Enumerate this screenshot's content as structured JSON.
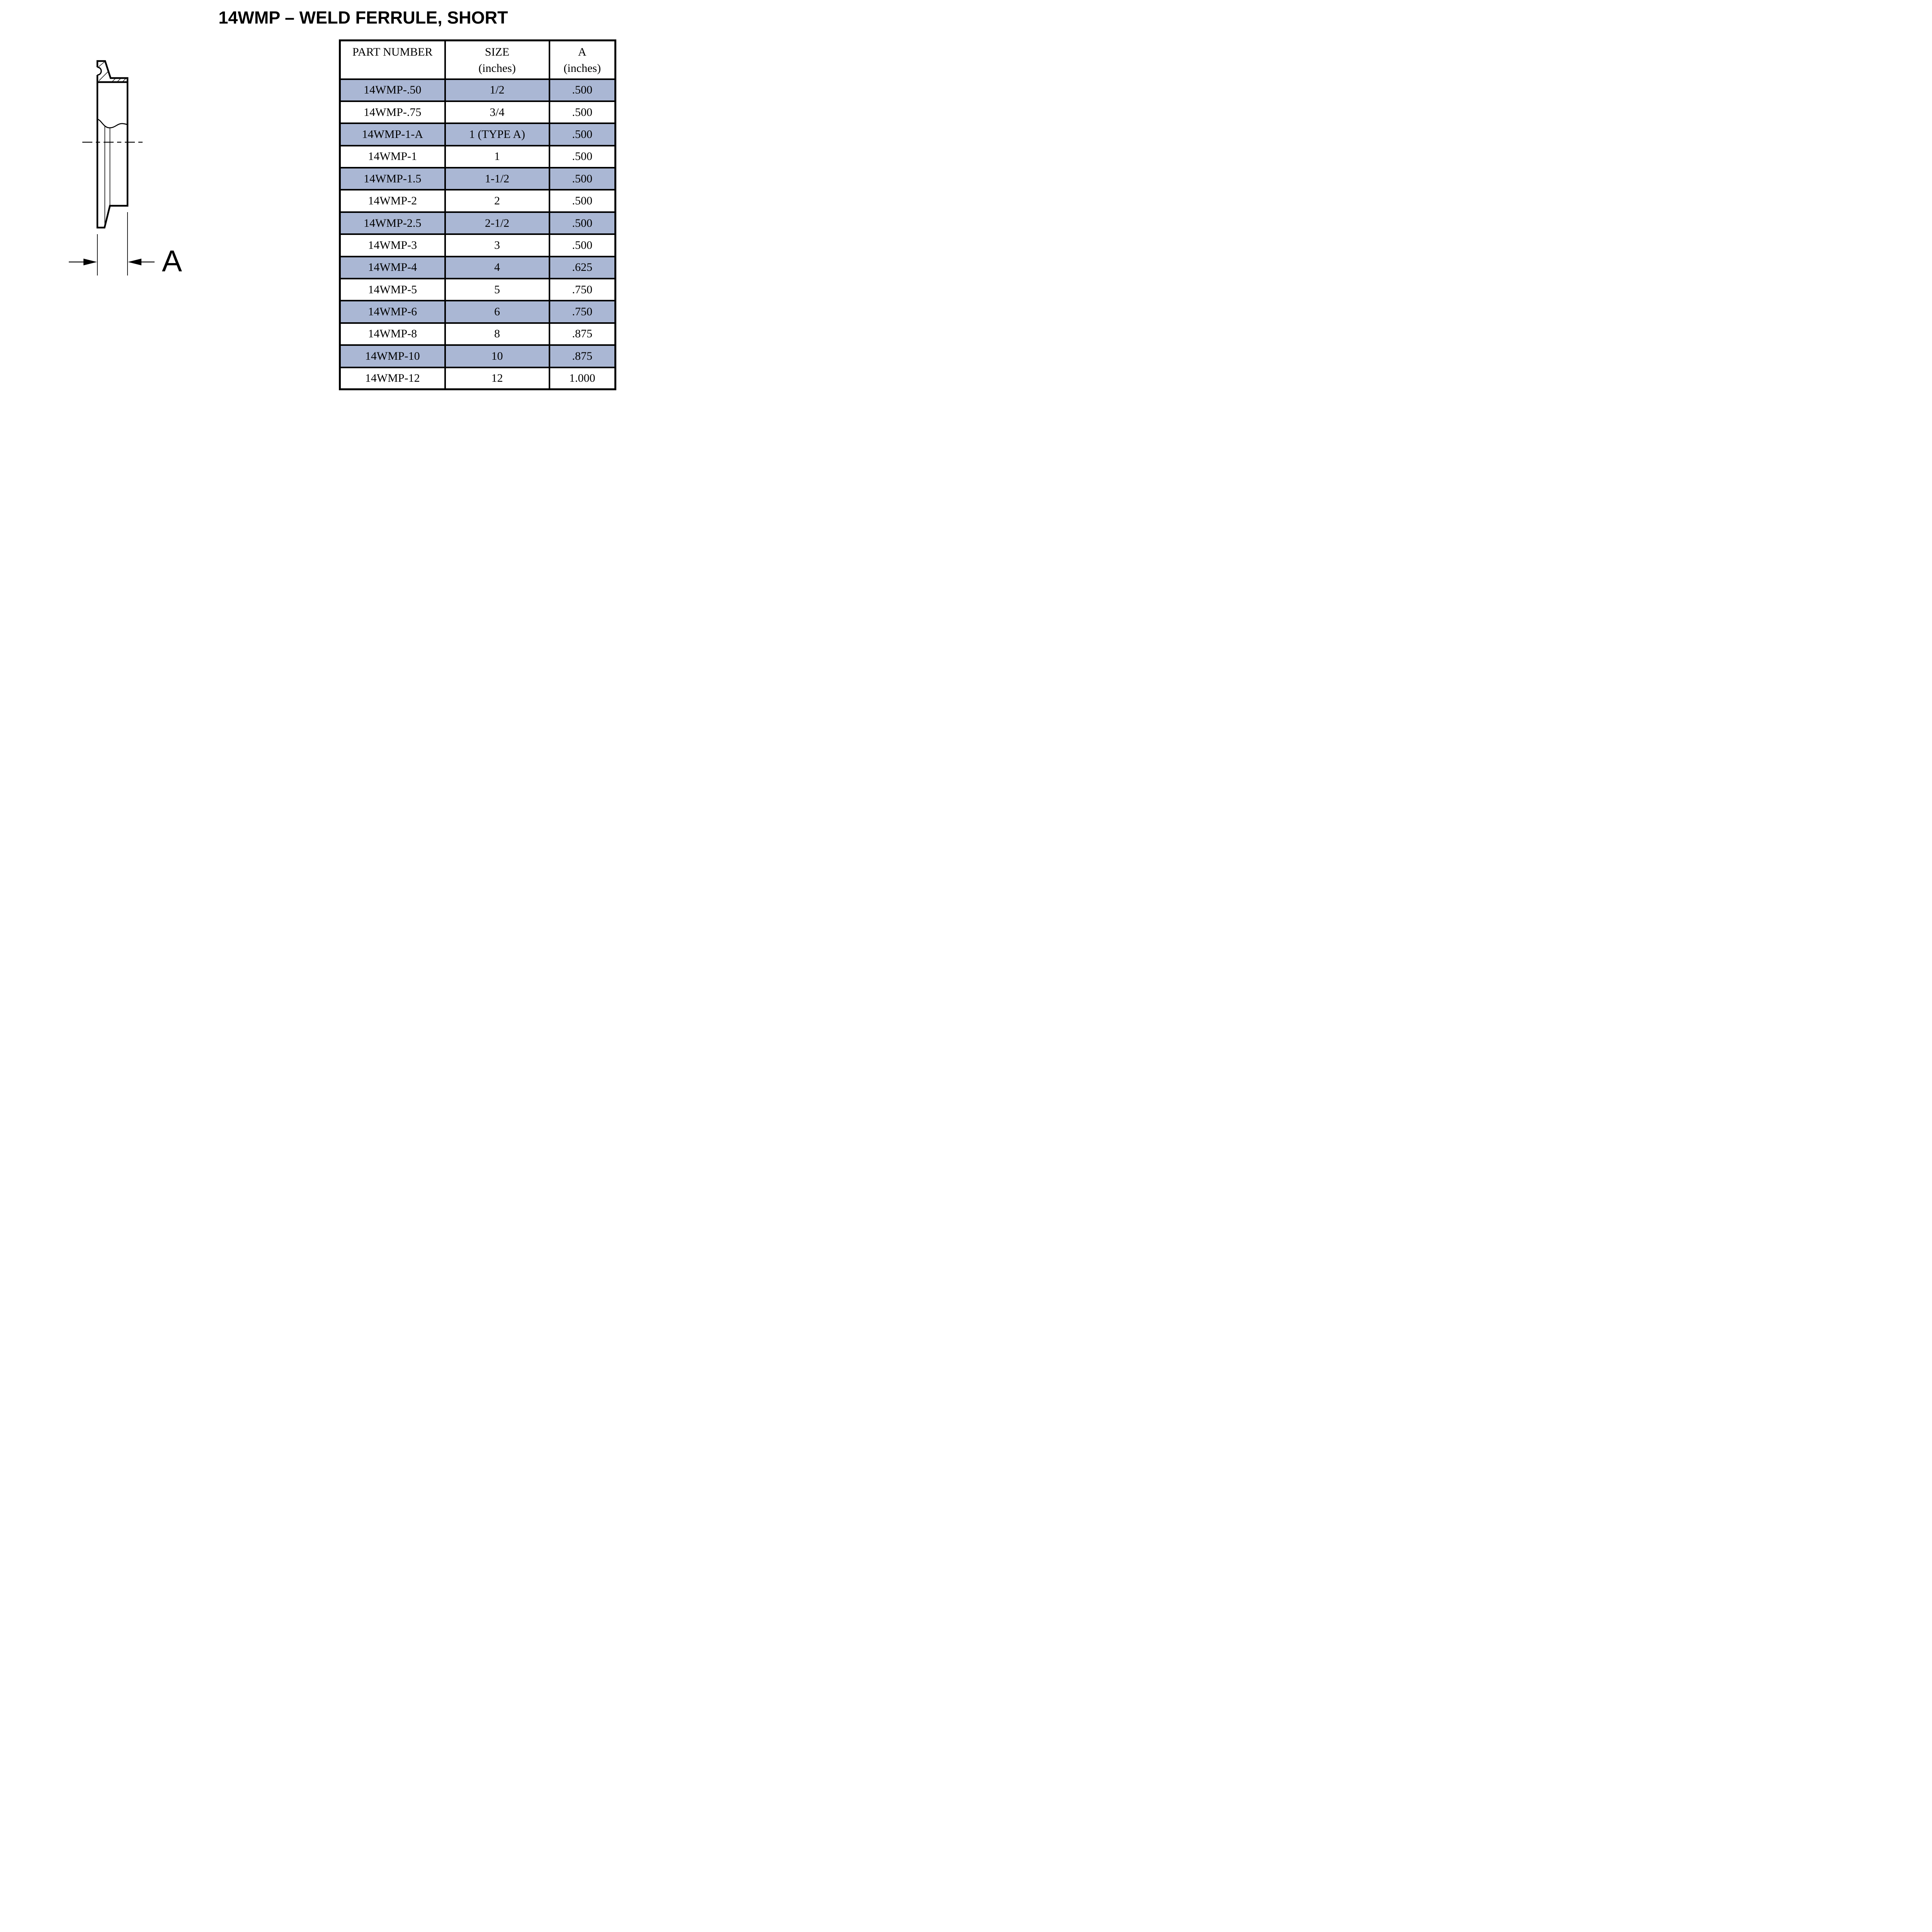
{
  "title": "14WMP – WELD FERRULE, SHORT",
  "drawing": {
    "dimension_label": "A"
  },
  "table": {
    "columns": [
      {
        "line1": "PART NUMBER",
        "line2": ""
      },
      {
        "line1": "SIZE",
        "line2": "(inches)"
      },
      {
        "line1": "A",
        "line2": "(inches)"
      }
    ],
    "rows": [
      {
        "part": "14WMP-.50",
        "size": "1/2",
        "a": ".500",
        "shaded": true
      },
      {
        "part": "14WMP-.75",
        "size": "3/4",
        "a": ".500",
        "shaded": false
      },
      {
        "part": "14WMP-1-A",
        "size": "1 (TYPE A)",
        "a": ".500",
        "shaded": true
      },
      {
        "part": "14WMP-1",
        "size": "1",
        "a": ".500",
        "shaded": false
      },
      {
        "part": "14WMP-1.5",
        "size": "1-1/2",
        "a": ".500",
        "shaded": true
      },
      {
        "part": "14WMP-2",
        "size": "2",
        "a": ".500",
        "shaded": false
      },
      {
        "part": "14WMP-2.5",
        "size": "2-1/2",
        "a": ".500",
        "shaded": true
      },
      {
        "part": "14WMP-3",
        "size": "3",
        "a": ".500",
        "shaded": false
      },
      {
        "part": "14WMP-4",
        "size": "4",
        "a": ".625",
        "shaded": true
      },
      {
        "part": "14WMP-5",
        "size": "5",
        "a": ".750",
        "shaded": false
      },
      {
        "part": "14WMP-6",
        "size": "6",
        "a": ".750",
        "shaded": true
      },
      {
        "part": "14WMP-8",
        "size": "8",
        "a": ".875",
        "shaded": false
      },
      {
        "part": "14WMP-10",
        "size": "10",
        "a": ".875",
        "shaded": true
      },
      {
        "part": "14WMP-12",
        "size": "12",
        "a": "1.000",
        "shaded": false
      }
    ]
  },
  "colors": {
    "row_shade": "#aab7d4",
    "border": "#000000",
    "ink": "#000000",
    "background": "#ffffff"
  }
}
